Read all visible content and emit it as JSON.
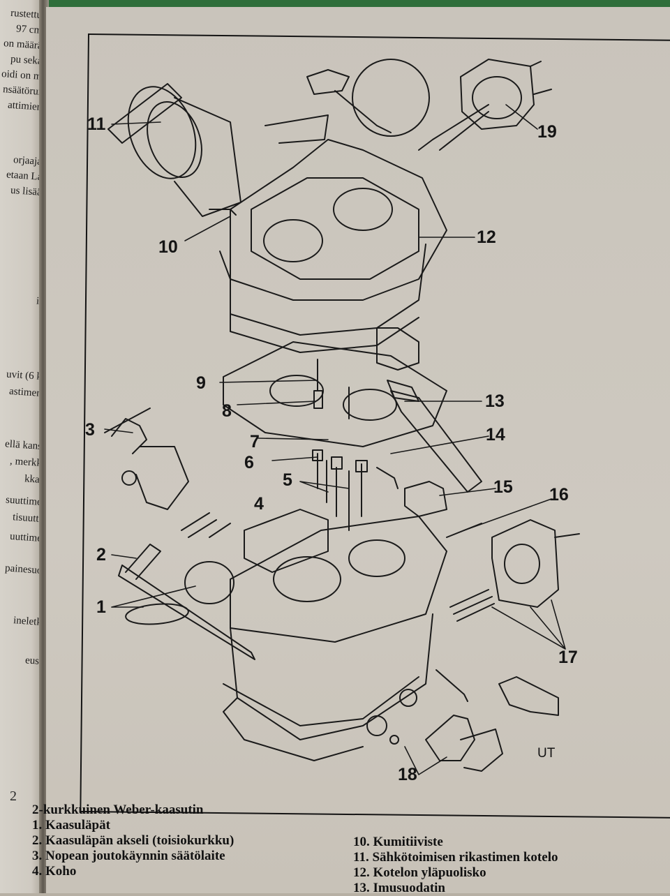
{
  "left_page": {
    "fragments": [
      "rustettu",
      "97 cm",
      "on määrä",
      "pu seka",
      "oidi on m",
      "nsäätörur",
      "attimien",
      "orjaaja",
      "etaan La",
      "us lisää",
      "i.",
      "uvit (6 k",
      "astimen",
      "ellä kans",
      ", merkk",
      "kka.",
      "suuttime",
      "tisuutti",
      "uuttime",
      "painesuo",
      "ineletk",
      "eus."
    ],
    "page_number": "2"
  },
  "diagram": {
    "labels": [
      "11",
      "19",
      "10",
      "12",
      "9",
      "8",
      "13",
      "3",
      "7",
      "14",
      "6",
      "5",
      "15",
      "4",
      "16",
      "2",
      "1",
      "17",
      "UT",
      "18"
    ]
  },
  "caption": {
    "title": "2-kurkkuinen Weber-kaasutin",
    "left_items": [
      "1. Kaasuläpät",
      "2. Kaasuläpän akseli (toisiokurkku)",
      "3. Nopean joutokäynnin säätölaite",
      "4. Koho"
    ],
    "right_items": [
      "10. Kumitiiviste",
      "11. Sähkötoimisen rikastimen kotelo",
      "12. Kotelon yläpuolisko",
      "13. Imusuodatin"
    ]
  }
}
